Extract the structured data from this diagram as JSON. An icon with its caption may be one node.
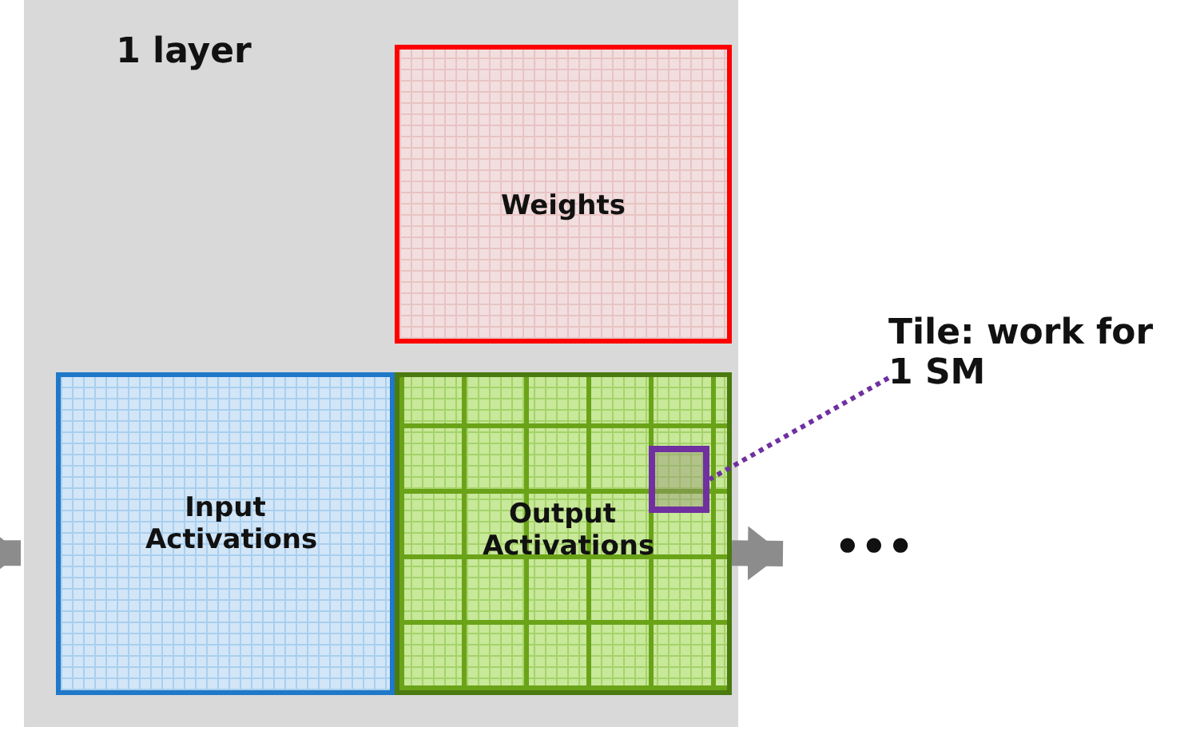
{
  "diagram": {
    "nodes": [
      {
        "text": [
          "1 layer"
        ]
      },
      {
        "text": [
          "Weights"
        ],
        "in": 0
      },
      {
        "text": [
          "Input Activations"
        ],
        "in": 0
      },
      {
        "text": [
          "Output Activations"
        ],
        "in": 0
      },
      {
        "text": [],
        "shape": "box",
        "in": 3
      },
      {
        "text": [
          "Tile: work for 1 SM"
        ]
      },
      {
        "text": [
          "•••"
        ]
      }
    ],
    "edges": [
      {
        "from": null,
        "to": 2,
        "arrow": "to"
      },
      {
        "from": 3,
        "to": 6,
        "arrow": "to"
      },
      {
        "from": 5,
        "to": 4,
        "arrow": "none",
        "style": "dashed",
        "color": "#7030a0"
      }
    ]
  }
}
